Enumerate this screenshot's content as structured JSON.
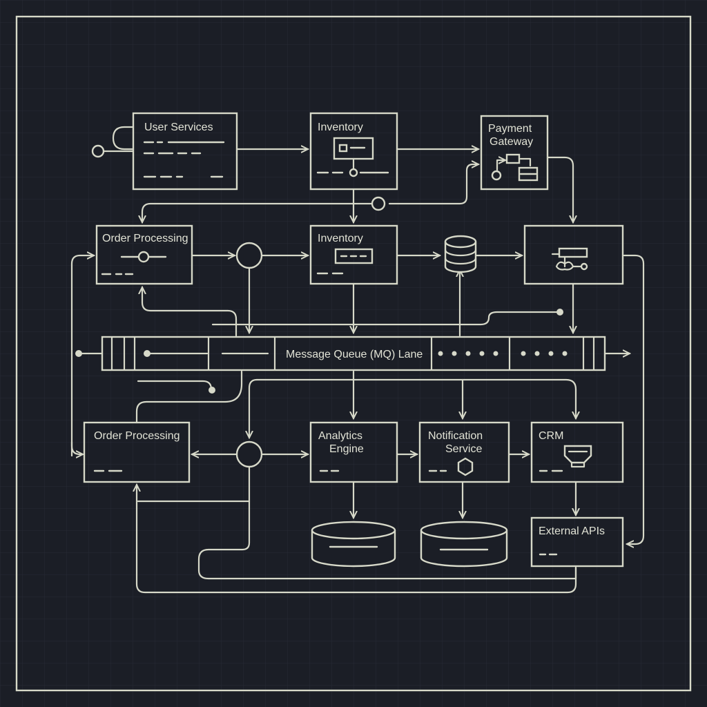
{
  "colors": {
    "background": "#1b1e26",
    "grid": "#2a2e38",
    "line": "#d7d9c9",
    "text": "#e2e3d6"
  },
  "nodes": {
    "user_services": "User Services",
    "inventory_top": "Inventory",
    "payment_gateway_line1": "Payment",
    "payment_gateway_line2": "Gateway",
    "order_processing_mid": "Order Processing",
    "inventory_mid": "Inventory",
    "message_queue": "Message Queue (MQ) Lane",
    "order_processing_bottom": "Order Processing",
    "analytics_line1": "Analytics",
    "analytics_line2": "Engine",
    "notification_line1": "Notification",
    "notification_line2": "Service",
    "crm": "CRM",
    "external_apis": "External APIs"
  },
  "icons": {
    "user_services": "form-lines-icon",
    "inventory_top": "card-icon",
    "payment_gateway": "flow-icon",
    "inventory_mid": "field-icon",
    "database": "database-icon",
    "unnamed_service": "process-icon",
    "notification": "hexagon-icon",
    "crm": "monitor-icon"
  }
}
